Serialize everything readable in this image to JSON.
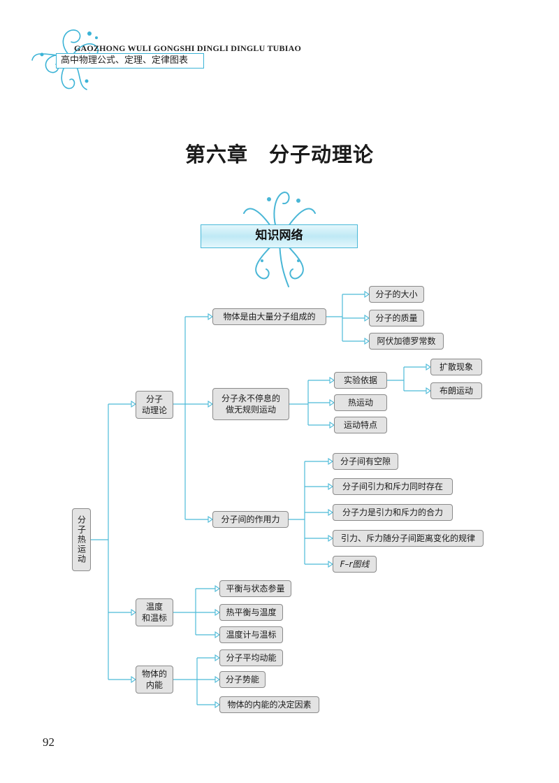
{
  "header": {
    "pinyin_title": "GAOZHONG WULI GONGSHI DINGLI DINGLU TUBIAO",
    "chinese_title": "高中物理公式、定理、定律图表"
  },
  "chapter_title": "第六章　分子动理论",
  "section_banner": "知识网络",
  "mindmap": {
    "root": "分子热运动",
    "branches": [
      {
        "label": "分子\n动理论",
        "children": [
          {
            "label": "物体是由大量分子组成的",
            "children": [
              "分子的大小",
              "分子的质量",
              "阿伏加德罗常数"
            ]
          },
          {
            "label": "分子永不停息的\n做无规则运动",
            "children": [
              {
                "label": "实验依据",
                "children": [
                  "扩散现象",
                  "布朗运动"
                ]
              },
              {
                "label": "热运动"
              },
              {
                "label": "运动特点"
              }
            ]
          },
          {
            "label": "分子间的作用力",
            "children": [
              "分子间有空隙",
              "分子间引力和斥力同时存在",
              "分子力是引力和斥力的合力",
              "引力、斥力随分子间距离变化的规律",
              "F–r图线"
            ]
          }
        ]
      },
      {
        "label": "温度\n和温标",
        "children": [
          "平衡与状态参量",
          "热平衡与温度",
          "温度计与温标"
        ]
      },
      {
        "label": "物体的\n内能",
        "children": [
          "分子平均动能",
          "分子势能",
          "物体的内能的决定因素"
        ]
      }
    ]
  },
  "page_number": "92",
  "colors": {
    "accent": "#4cbad8",
    "node_fill": "#e3e3e3",
    "node_border": "#8a8a8a"
  }
}
